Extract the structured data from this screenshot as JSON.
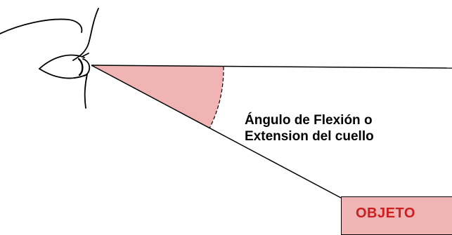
{
  "colors": {
    "angle_fill": "#f0b4b4",
    "object_fill": "#f0b4b4",
    "object_text": "#cc1f1f",
    "line": "#000000"
  },
  "icons": {
    "eye": "eye-profile-icon"
  },
  "angle_label": {
    "line1": "Ángulo de Flexión o",
    "line2": "Extension del cuello"
  },
  "object": {
    "label": "OBJETO"
  }
}
